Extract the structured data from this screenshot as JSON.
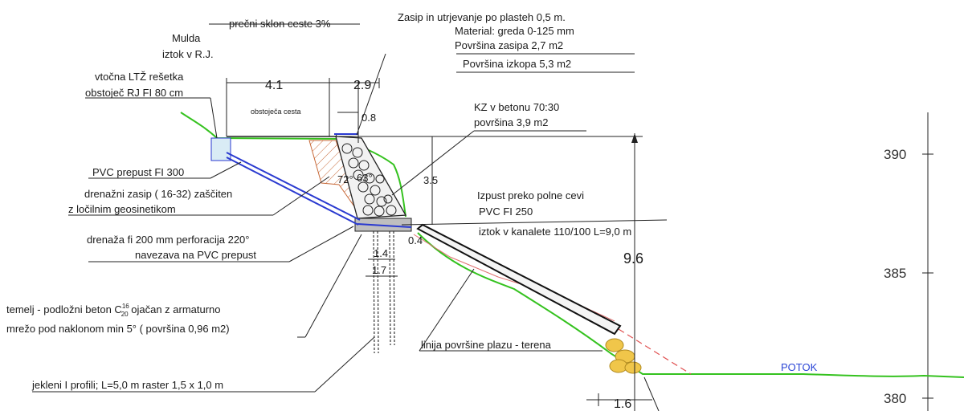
{
  "labels": {
    "precni_sklon": "prečni sklon ceste 3%",
    "mulda": "Mulda",
    "iztok_rj": "iztok v R.J.",
    "vtocna": "vtočna LTŽ rešetka",
    "obstojec_rj": "obstoječ RJ  FI 80 cm",
    "zasip_line1": "Zasip in utrjevanje po plasteh 0,5 m.",
    "zasip_line2": "Material: greda 0-125 mm",
    "zasip_line3": "Površina zasipa 2,7 m2",
    "izkop": "Površina  izkopa 5,3 m2",
    "obstojeca_cesta": "obstoječa cesta",
    "kz_line1": "KZ v betonu 70:30",
    "kz_line2": "površina 3,9 m2",
    "pvc_prepust": "PVC prepust FI 300",
    "drenazni_line1": "drenažni zasip  ( 16-32)  zaščiten",
    "drenazni_line2": "z ločilnim geosinetikom",
    "izpust_line1": "Izpust preko polne cevi",
    "izpust_line2": "PVC FI 250",
    "iztok_kanalete": "iztok v kanalete 110/100  L=9,0 m",
    "drenaza_line1": "drenaža fi 200 mm perforacija 220°",
    "drenaza_line2": "navezava na PVC  prepust",
    "temelj_line1_a": "temelj - podložni beton C",
    "temelj_sup": "16",
    "temelj_sub": "20",
    "temelj_line1_b": " ojačan z armaturno",
    "temelj_line2": "mrežo pod naklonom min 5°  ( površina 0,96 m2)",
    "linija": "linija površine plazu - terena",
    "potok": "POTOK",
    "jekleni": "jekleni I profili; L=5,0 m raster 1,5 x 1,0 m"
  },
  "dimensions": {
    "d_4_1": "4.1",
    "d_2_9": "2.9",
    "d_0_8": "0.8",
    "d_3_5": "3.5",
    "d_9_6": "9.6",
    "d_1_4": "1.4",
    "d_1_7": "1.7",
    "d_0_4": "0.4",
    "d_1_6": "1.6",
    "angle_72": "72°",
    "angle_63": "63°"
  },
  "elevation_axis": {
    "ticks": [
      "390",
      "385",
      "380"
    ]
  },
  "colors": {
    "terrain": "#35c21f",
    "pipe": "#2a3ad0",
    "slide_line": "#e05050",
    "fill_hatch": "#c86a3a",
    "stone": "#e8c35a"
  }
}
